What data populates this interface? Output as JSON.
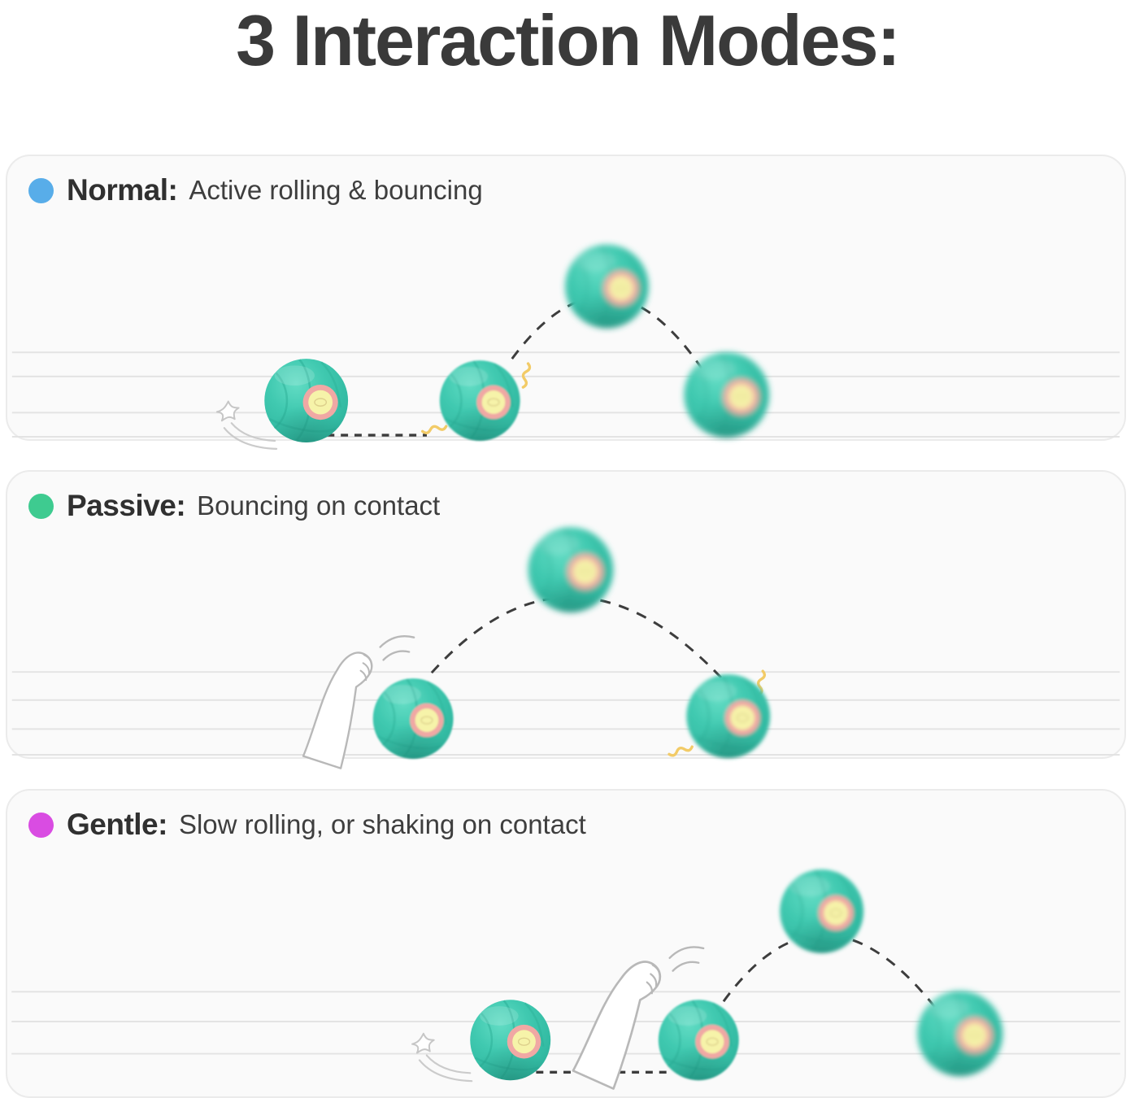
{
  "title": "3 Interaction Modes:",
  "panels": [
    {
      "id": "normal",
      "dot_color": "#58ade9",
      "name": "Normal:",
      "description": "Active rolling & bouncing"
    },
    {
      "id": "passive",
      "dot_color": "#3ecb90",
      "name": "Passive:",
      "description": "Bouncing on contact"
    },
    {
      "id": "gentle",
      "dot_color": "#d94ce2",
      "name": "Gentle:",
      "description": "Slow rolling, or shaking on contact"
    }
  ],
  "illustration": {
    "ball_body_color": "#3fc7ae",
    "ball_window_ring_color": "#f0a8a4",
    "ball_window_center_color": "#f6f3a9",
    "trajectory_line_color": "#3d3d3d",
    "impact_squiggle_color": "#f2cb67",
    "floor_line_color": "#e3e3e3",
    "elements": {
      "normal": [
        "ball-rolling",
        "motion-whoosh",
        "dashed-roll-path",
        "ball-launching",
        "impact-squiggles",
        "bounce-arc",
        "ball-apex",
        "ball-landing"
      ],
      "passive": [
        "cat-paw",
        "swipe-motion-lines",
        "ball-hit",
        "bounce-arc",
        "ball-apex",
        "ball-landing",
        "impact-squiggles"
      ],
      "gentle": [
        "ball-rolling",
        "motion-whoosh",
        "dashed-roll-path",
        "cat-paw",
        "swipe-motion-lines",
        "ball-hit",
        "bounce-arc",
        "ball-apex",
        "ball-landing"
      ]
    }
  }
}
